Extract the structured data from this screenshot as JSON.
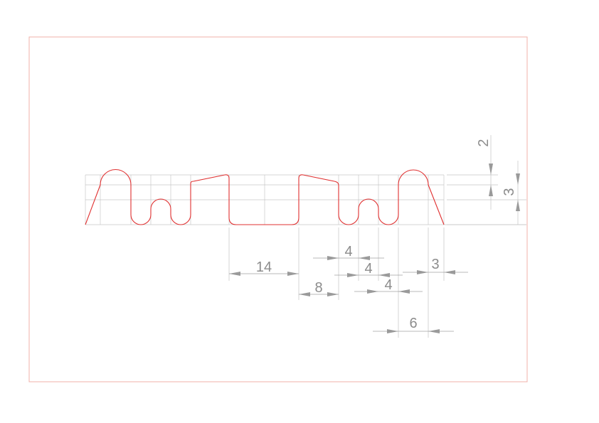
{
  "drawing": {
    "dimensions": [
      {
        "id": "dim-14",
        "label": "14",
        "orientation": "horizontal"
      },
      {
        "id": "dim-8",
        "label": "8",
        "orientation": "horizontal"
      },
      {
        "id": "dim-4a",
        "label": "4",
        "orientation": "horizontal"
      },
      {
        "id": "dim-4b",
        "label": "4",
        "orientation": "horizontal"
      },
      {
        "id": "dim-4c",
        "label": "4",
        "orientation": "horizontal"
      },
      {
        "id": "dim-3h",
        "label": "3",
        "orientation": "horizontal"
      },
      {
        "id": "dim-6",
        "label": "6",
        "orientation": "horizontal"
      },
      {
        "id": "dim-2",
        "label": "2",
        "orientation": "vertical"
      },
      {
        "id": "dim-3v",
        "label": "3",
        "orientation": "vertical"
      }
    ],
    "colors": {
      "frame": "#f0b0a8",
      "profile": "#e03030",
      "grid": "#c8c8c8",
      "dimension": "#8c8c8c"
    }
  }
}
